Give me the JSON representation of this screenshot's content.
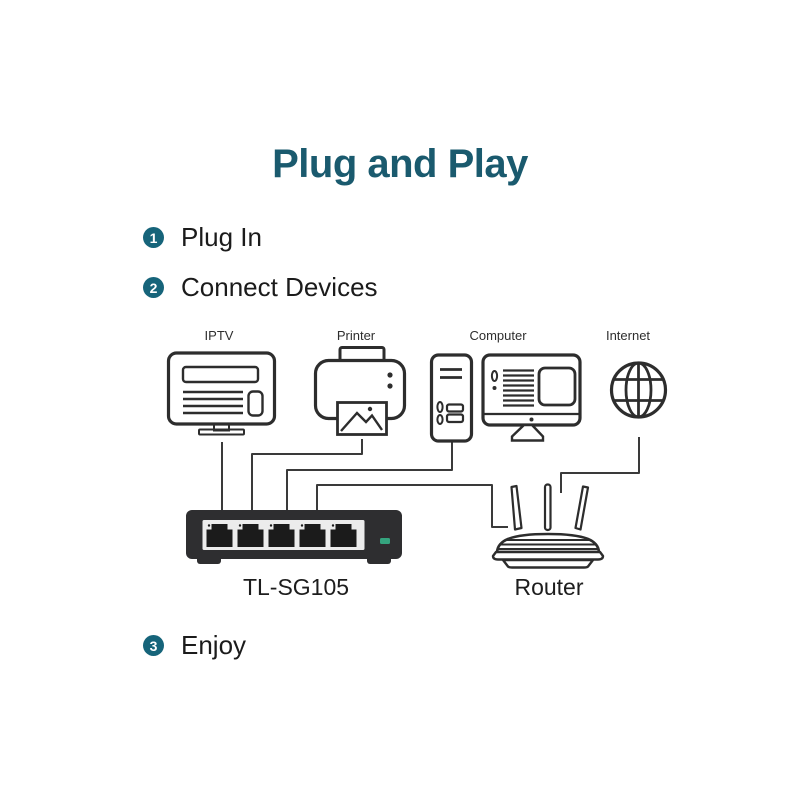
{
  "title": "Plug and Play",
  "accent_color": "#16647a",
  "steps": [
    {
      "number": "1",
      "label": "Plug In"
    },
    {
      "number": "2",
      "label": "Connect Devices"
    },
    {
      "number": "3",
      "label": "Enjoy"
    }
  ],
  "diagram": {
    "devices": [
      {
        "id": "iptv",
        "icon": "tv-icon",
        "label": "IPTV"
      },
      {
        "id": "printer",
        "icon": "printer-icon",
        "label": "Printer"
      },
      {
        "id": "computer",
        "icon": "desktop-computer-icon",
        "label": "Computer"
      },
      {
        "id": "internet",
        "icon": "globe-icon",
        "label": "Internet"
      }
    ],
    "switch": {
      "label": "TL-SG105",
      "ports": 5,
      "led_color": "#35a47e"
    },
    "router": {
      "label": "Router"
    },
    "line_color": "#3a3a3a"
  }
}
